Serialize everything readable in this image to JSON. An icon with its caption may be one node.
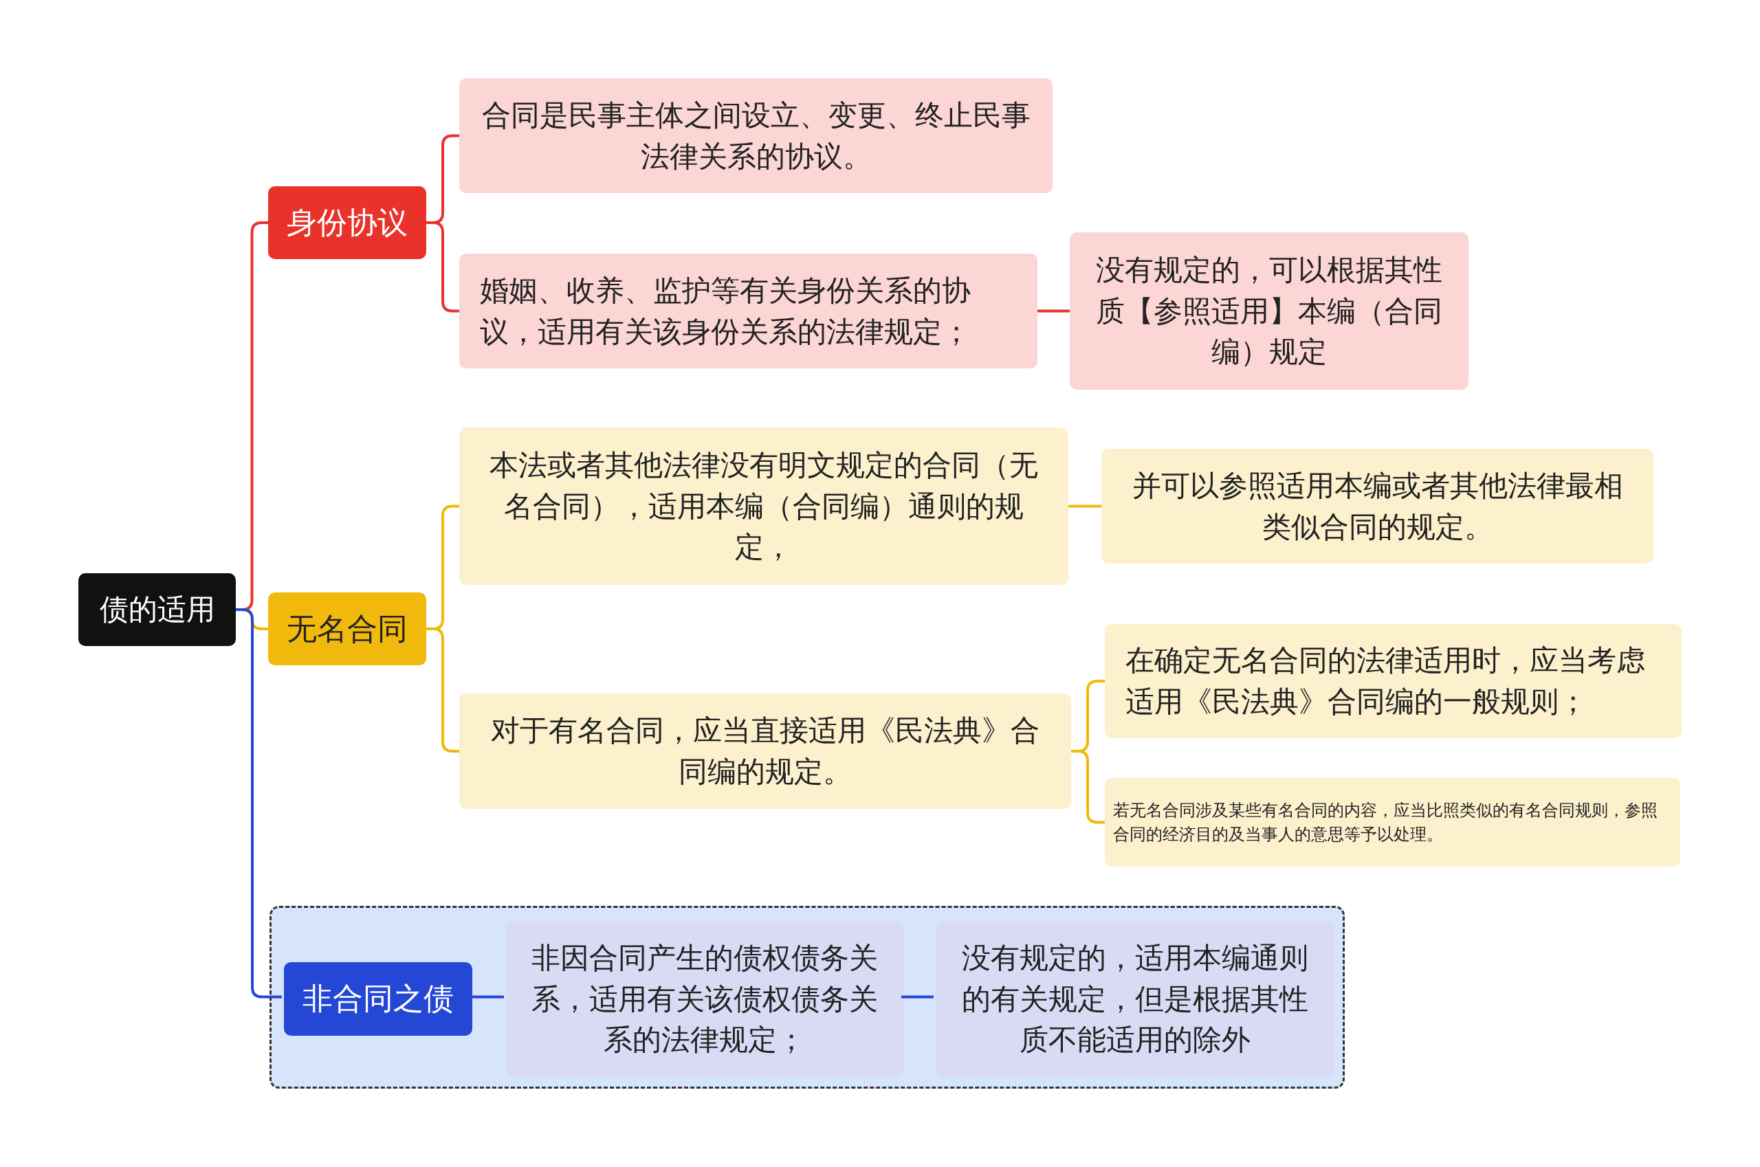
{
  "diagram": {
    "nodes": [
      {
        "text": [
          "债的适用"
        ]
      },
      {
        "text": [
          "身份协议"
        ]
      },
      {
        "text": [
          "合同是民事主体之间设立、变更、终止民事法律关系的协议。"
        ]
      },
      {
        "text": [
          "婚姻、收养、监护等有关身份关系的协议，适用有关该身份关系的法律规定；"
        ]
      },
      {
        "text": [
          "没有规定的，可以根据其性质【参照适用】本编（合同编）规定"
        ]
      },
      {
        "text": [
          "无名合同"
        ]
      },
      {
        "text": [
          "本法或者其他法律没有明文规定的合同（无名合同），适用本编（合同编）通则的规定，"
        ]
      },
      {
        "text": [
          "并可以参照适用本编或者其他法律最相类似合同的规定。"
        ]
      },
      {
        "text": [
          "对于有名合同，应当直接适用《民法典》合同编的规定。"
        ]
      },
      {
        "text": [
          "在确定无名合同的法律适用时，应当考虑适用《民法典》合同编的一般规则；"
        ]
      },
      {
        "text": [
          "若无名合同涉及某些有名合同的内容，应当比照类似的有名合同规则，参照合同的经济目的及当事人的意思等予以处理。"
        ]
      },
      {
        "text": [],
        "shape": "box"
      },
      {
        "text": [
          "非合同之债"
        ],
        "in": 11
      },
      {
        "text": [
          "非因合同产生的债权债务关系，适用有关该债权债务关系的法律规定；"
        ],
        "in": 11
      },
      {
        "text": [
          "没有规定的，适用本编通则的有关规定，但是根据其性质不能适用的除外"
        ],
        "in": 11
      }
    ],
    "edges": [
      {
        "from": 0,
        "to": 1,
        "arrow": "none",
        "color": "#e8322a"
      },
      {
        "from": 1,
        "to": 2,
        "arrow": "none",
        "color": "#e8322a"
      },
      {
        "from": 1,
        "to": 3,
        "arrow": "none",
        "color": "#e8322a"
      },
      {
        "from": 3,
        "to": 4,
        "arrow": "none",
        "color": "#e8322a"
      },
      {
        "from": 0,
        "to": 5,
        "arrow": "none",
        "color": "#f0b90c"
      },
      {
        "from": 5,
        "to": 6,
        "arrow": "none",
        "color": "#f0b90c"
      },
      {
        "from": 6,
        "to": 7,
        "arrow": "none",
        "color": "#f0b90c"
      },
      {
        "from": 5,
        "to": 8,
        "arrow": "none",
        "color": "#f0b90c"
      },
      {
        "from": 8,
        "to": 9,
        "arrow": "none",
        "color": "#f0b90c"
      },
      {
        "from": 8,
        "to": 10,
        "arrow": "none",
        "color": "#f0b90c"
      },
      {
        "from": 0,
        "to": 12,
        "arrow": "none",
        "color": "#2447d6"
      },
      {
        "from": 12,
        "to": 13,
        "arrow": "none",
        "color": "#2447d6"
      },
      {
        "from": 13,
        "to": 14,
        "arrow": "none",
        "color": "#2447d6"
      }
    ]
  }
}
